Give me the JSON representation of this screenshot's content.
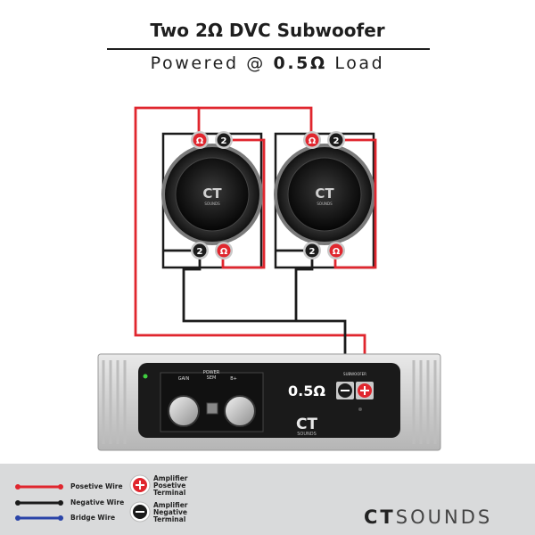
{
  "title": "Two 2Ω DVC Subwoofer",
  "subtitle_prefix": "Powered @ ",
  "subtitle_value": "0.5Ω",
  "subtitle_suffix": " Load",
  "amplifier": {
    "load_display": "0.5Ω",
    "labels": {
      "gain": "GAIN",
      "power": "POWER\nSEM",
      "bass": "B+",
      "subwoofer": "SUBWOOFER"
    },
    "brand_ct": "CT",
    "brand_sounds": "SOUNDS"
  },
  "speakers": [
    {
      "logo": "CT",
      "logo_sub": "SOUNDS",
      "top_terminals": [
        "Ω",
        "2"
      ],
      "bottom_terminals": [
        "2",
        "Ω"
      ]
    },
    {
      "logo": "CT",
      "logo_sub": "SOUNDS",
      "top_terminals": [
        "Ω",
        "2"
      ],
      "bottom_terminals": [
        "2",
        "Ω"
      ]
    }
  ],
  "legend": {
    "wires": [
      {
        "label": "Posetive Wire",
        "color": "#e0262e"
      },
      {
        "label": "Negative Wire",
        "color": "#1b1b1b"
      },
      {
        "label": "Bridge Wire",
        "color": "#2a44a8"
      }
    ],
    "terminals": [
      {
        "symbol": "+",
        "line1": "Amplifier",
        "line2": "Posetive",
        "line3": "Terminal"
      },
      {
        "symbol": "−",
        "line1": "Amplifier",
        "line2": "Negative",
        "line3": "Terminal"
      }
    ]
  },
  "brand": {
    "ct": "CT",
    "sounds": "SOUNDS"
  },
  "colors": {
    "positive": "#e0262e",
    "negative": "#1b1b1b",
    "bridge": "#2a44a8"
  }
}
